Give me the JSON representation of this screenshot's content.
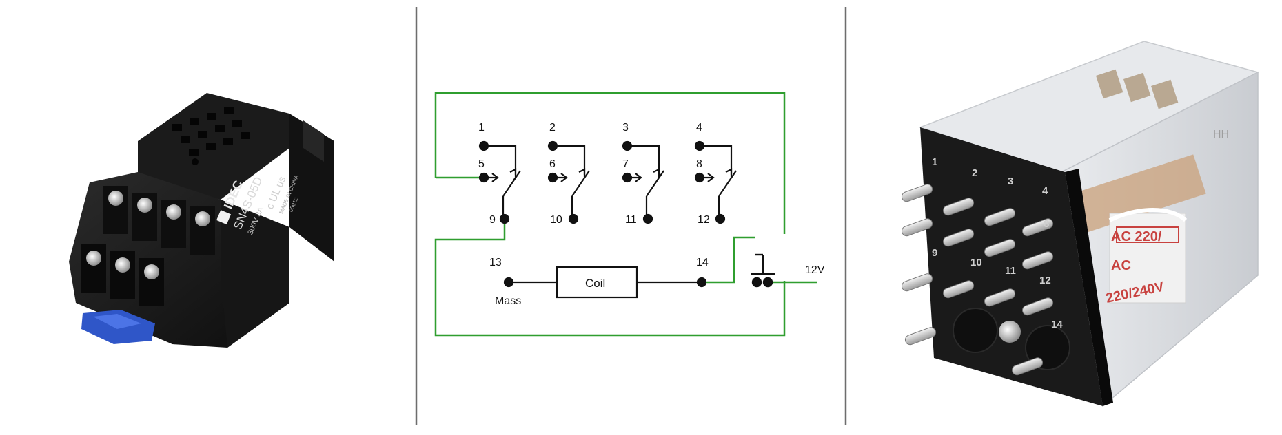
{
  "panels": {
    "socket": {
      "brand": "IDEC",
      "model": "SN4S-05D",
      "rating": "300V 3A",
      "cert": "c UL us",
      "made_in": "MADE IN CHINA",
      "lot": "05912"
    },
    "schematic": {
      "terminals_top": [
        "1",
        "2",
        "3",
        "4"
      ],
      "terminals_mid": [
        "5",
        "6",
        "7",
        "8"
      ],
      "terminals_common": [
        "9",
        "10",
        "11",
        "12"
      ],
      "coil_terminal_left": "13",
      "coil_terminal_right": "14",
      "coil_label": "Coil",
      "ground_label": "Mass",
      "supply_label": "12V",
      "wire_color": "#2f9e2f",
      "line_color": "#111111"
    },
    "relay": {
      "pin_labels": [
        "1",
        "2",
        "3",
        "4",
        "8",
        "9",
        "10",
        "11",
        "12",
        "14"
      ],
      "side_brand": "HH",
      "coil_rating_1": "AC 220/",
      "coil_rating_2": "AC",
      "coil_rating_3": "220/240V"
    }
  }
}
